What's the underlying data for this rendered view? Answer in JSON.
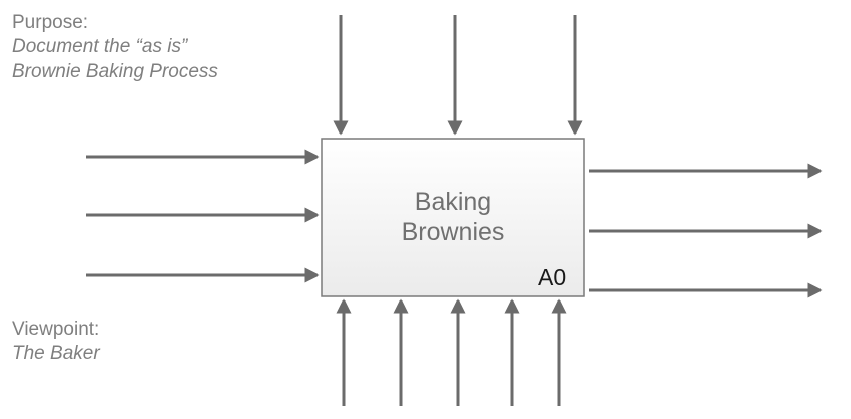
{
  "purpose": {
    "label": "Purpose:",
    "line1": "Document the “as is”",
    "line2": "Brownie Baking Process"
  },
  "viewpoint": {
    "label": "Viewpoint:",
    "text": "The Baker"
  },
  "activity_box": {
    "title_line1": "Baking",
    "title_line2": "Brownies",
    "node_id": "A0"
  },
  "arrows": {
    "controls": 3,
    "inputs": 3,
    "outputs": 3,
    "mechanisms": 5
  },
  "colors": {
    "arrow": "#6b6b6b",
    "box_border": "#7a7a7a",
    "box_fill_top": "#ffffff",
    "box_fill_bottom": "#ececec",
    "label_text": "#7f7f7f"
  }
}
